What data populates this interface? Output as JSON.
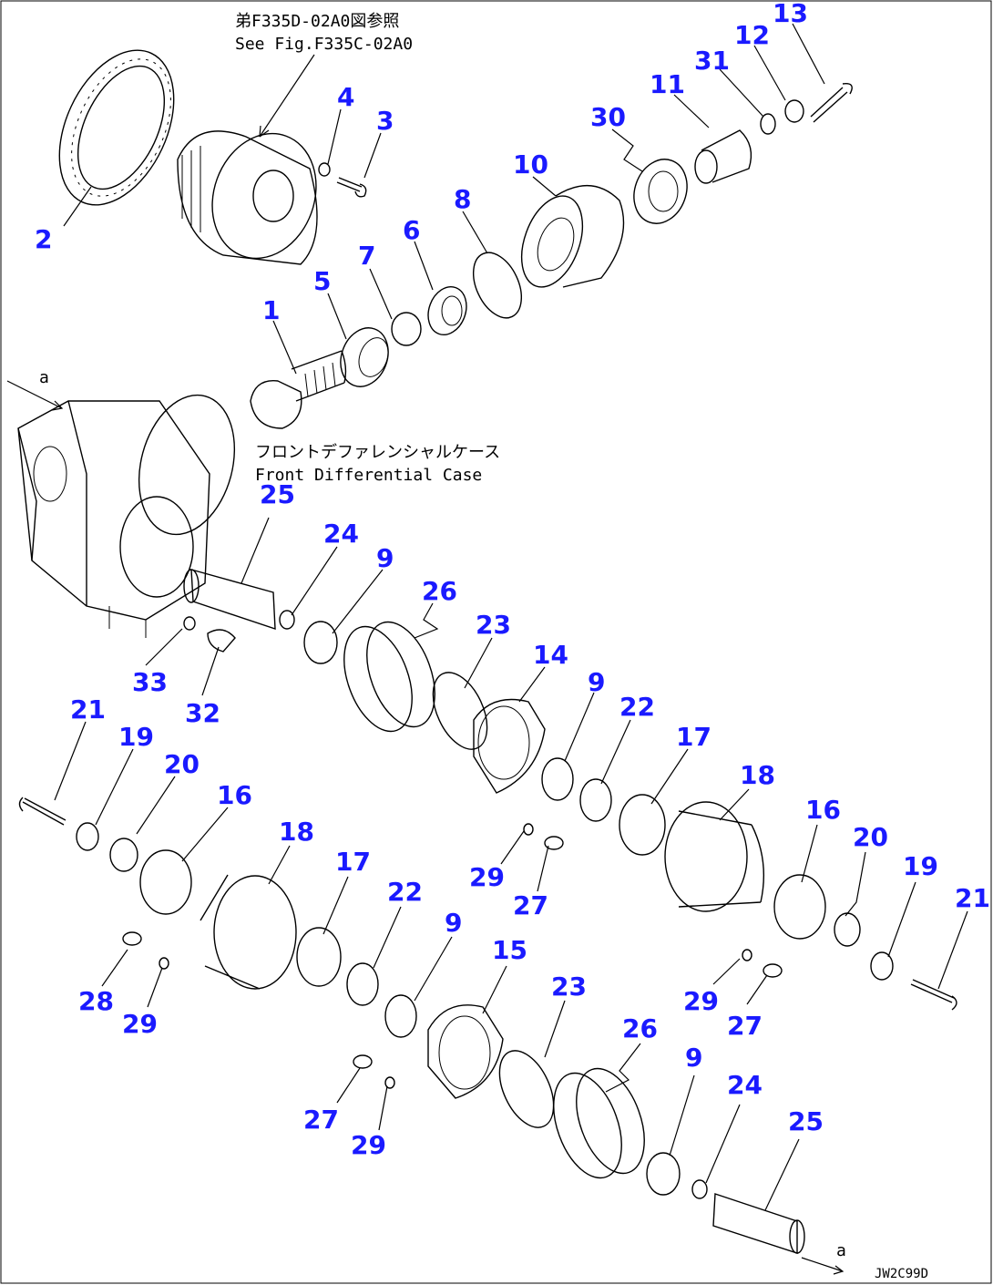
{
  "notes": {
    "ref_jp": "弟F335D-02A0図参照",
    "ref_en": "See Fig.F335C-02A0",
    "case_jp": "フロントデファレンシャルケース",
    "case_en": "Front Differential Case",
    "arrow_a_top": "a",
    "arrow_a_bottom": "a",
    "drawing_code": "JW2C99D"
  },
  "callouts": [
    {
      "n": "1"
    },
    {
      "n": "2"
    },
    {
      "n": "3"
    },
    {
      "n": "4"
    },
    {
      "n": "5"
    },
    {
      "n": "6"
    },
    {
      "n": "7"
    },
    {
      "n": "8"
    },
    {
      "n": "10"
    },
    {
      "n": "30"
    },
    {
      "n": "11"
    },
    {
      "n": "31"
    },
    {
      "n": "12"
    },
    {
      "n": "13"
    },
    {
      "n": "25"
    },
    {
      "n": "24"
    },
    {
      "n": "9"
    },
    {
      "n": "26"
    },
    {
      "n": "23"
    },
    {
      "n": "14"
    },
    {
      "n": "33"
    },
    {
      "n": "32"
    },
    {
      "n": "9"
    },
    {
      "n": "22"
    },
    {
      "n": "17"
    },
    {
      "n": "18"
    },
    {
      "n": "21"
    },
    {
      "n": "19"
    },
    {
      "n": "20"
    },
    {
      "n": "16"
    },
    {
      "n": "29"
    },
    {
      "n": "27"
    },
    {
      "n": "18"
    },
    {
      "n": "17"
    },
    {
      "n": "22"
    },
    {
      "n": "9"
    },
    {
      "n": "15"
    },
    {
      "n": "16"
    },
    {
      "n": "20"
    },
    {
      "n": "19"
    },
    {
      "n": "21"
    },
    {
      "n": "28"
    },
    {
      "n": "29"
    },
    {
      "n": "29"
    },
    {
      "n": "27"
    },
    {
      "n": "23"
    },
    {
      "n": "26"
    },
    {
      "n": "27"
    },
    {
      "n": "29"
    },
    {
      "n": "9"
    },
    {
      "n": "24"
    },
    {
      "n": "25"
    }
  ]
}
